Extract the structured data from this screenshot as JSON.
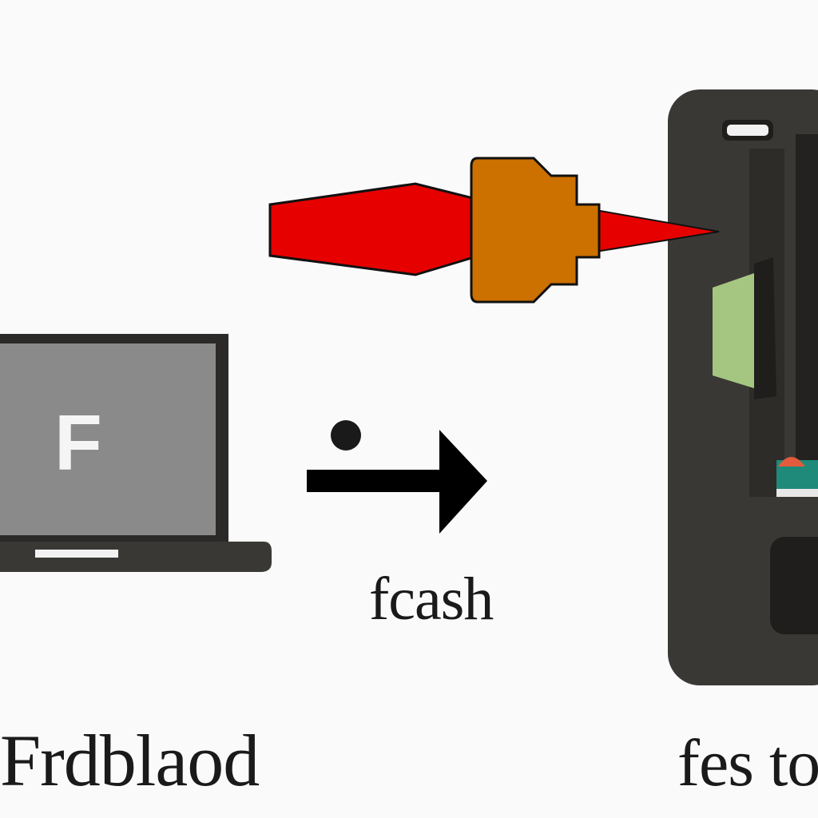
{
  "diagram": {
    "laptop": {
      "screen_letter": "F"
    },
    "captions": {
      "arrow_caption": "fcash",
      "left_caption": "Frdblaod",
      "right_caption": "fes to"
    },
    "colors": {
      "background": "#fafafa",
      "device_body": "#3a3835",
      "laptop_screen": "#8a8a8a",
      "red_cone": "#e60000",
      "orange_connector": "#cc7000",
      "green_slot": "#a5c681",
      "teal_part": "#1f8a7a",
      "arrow": "#000000"
    },
    "icons": {
      "laptop": "laptop-icon",
      "arrow": "right-arrow-icon",
      "connector": "usb-connector-icon",
      "device": "printer-device-icon"
    }
  }
}
